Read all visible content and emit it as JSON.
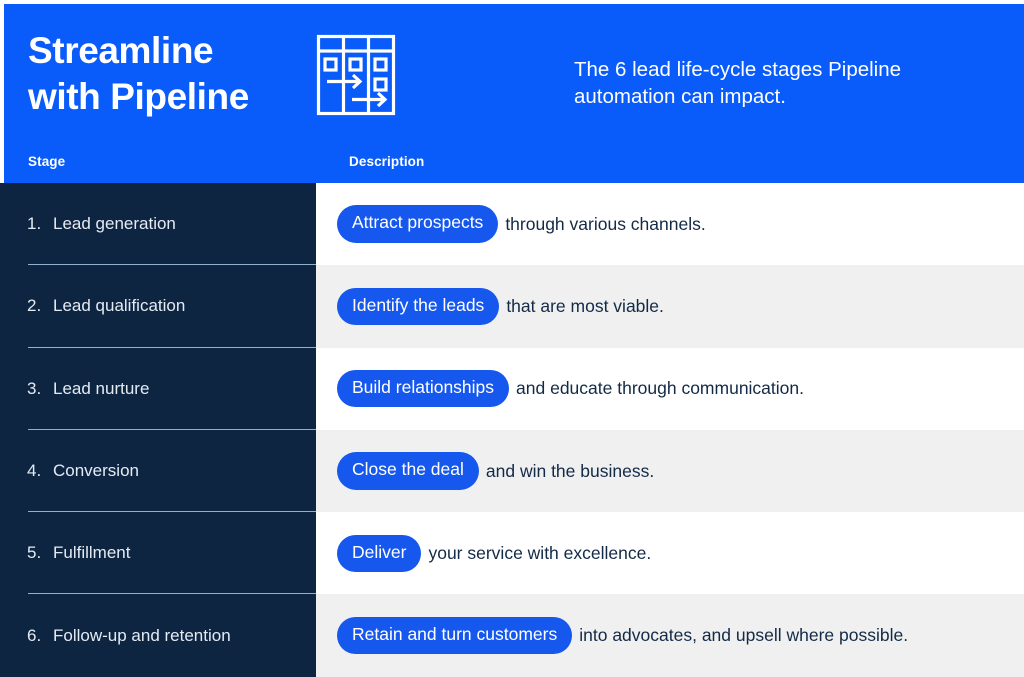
{
  "colors": {
    "brand_blue": "#0A5CFA",
    "pill_blue": "#1658EE",
    "navy": "#0E2542",
    "row_alt": "#f0f0f0",
    "stage_text": "#E4EBF3",
    "desc_text": "#132A47",
    "divider": "#8FB0CE"
  },
  "header": {
    "title_lines": [
      "Streamline",
      "with Pipeline"
    ],
    "subtitle": "The 6 lead life-cycle stages Pipeline automation can impact.",
    "icon": "pipeline-board-icon",
    "columns": {
      "stage": "Stage",
      "description": "Description"
    }
  },
  "rows": [
    {
      "number": "1.",
      "stage": "Lead generation",
      "pill": "Attract prospects",
      "rest": "through various channels."
    },
    {
      "number": "2.",
      "stage": "Lead qualification",
      "pill": "Identify the leads",
      "rest": "that are most viable."
    },
    {
      "number": "3.",
      "stage": "Lead nurture",
      "pill": "Build relationships",
      "rest": "and educate through communication."
    },
    {
      "number": "4.",
      "stage": "Conversion",
      "pill": "Close the deal",
      "rest": "and win the business."
    },
    {
      "number": "5.",
      "stage": "Fulfillment",
      "pill": "Deliver",
      "rest": "your service with excellence."
    },
    {
      "number": "6.",
      "stage": "Follow-up and retention",
      "pill": "Retain and turn customers",
      "rest": "into advocates, and upsell where possible."
    }
  ]
}
